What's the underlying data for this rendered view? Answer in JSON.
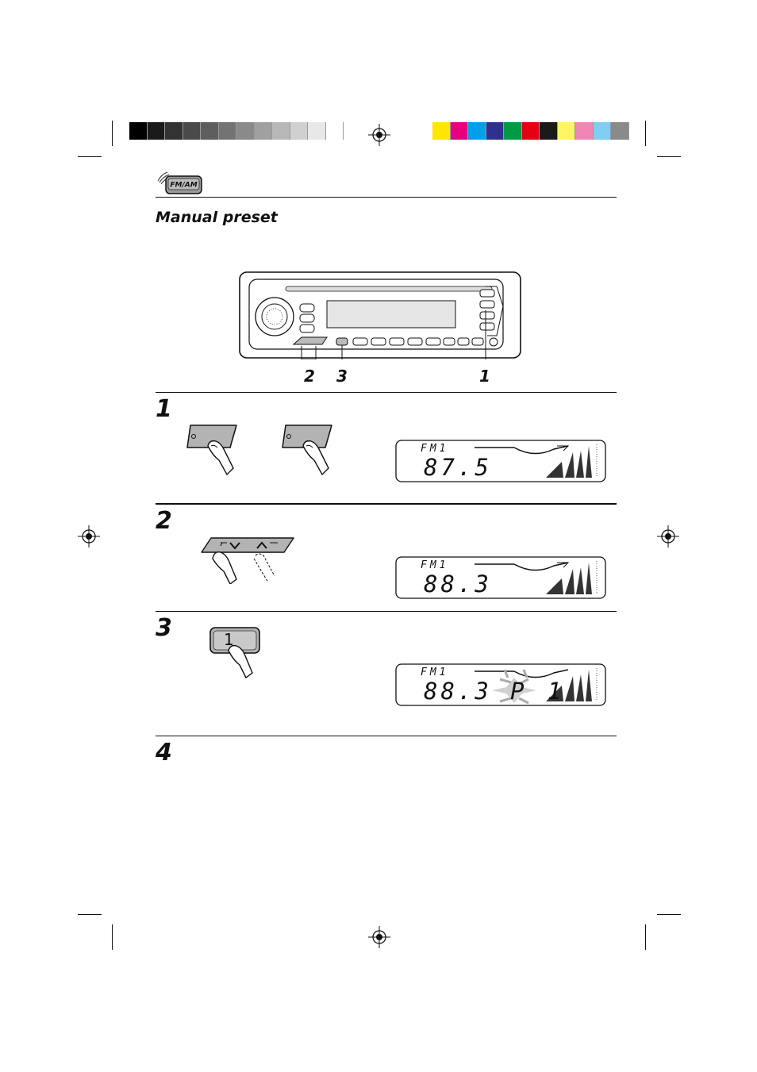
{
  "header": {
    "badge_icon": "fm-am-badge-icon"
  },
  "section": {
    "title": "Manual preset"
  },
  "device_diagram": {
    "callouts": [
      "2",
      "3",
      "1"
    ]
  },
  "steps": [
    {
      "number": "1",
      "display": {
        "band": "FM1",
        "frequency": "87.5",
        "preset": ""
      }
    },
    {
      "number": "2",
      "display": {
        "band": "FM1",
        "frequency": "88.3",
        "preset": ""
      }
    },
    {
      "number": "3",
      "button_label": "1",
      "display": {
        "band": "FM1",
        "frequency": "88.3",
        "preset": "P 1"
      }
    },
    {
      "number": "4"
    }
  ],
  "colors": {
    "grayscale_bar": [
      "#000000",
      "#1a1a1a",
      "#333333",
      "#4a4a4a",
      "#5e5e5e",
      "#737373",
      "#8a8a8a",
      "#a0a0a0",
      "#b8b8b8",
      "#d0d0d0",
      "#e8e8e8",
      "#ffffff"
    ],
    "color_bar": [
      "#ffe600",
      "#e6007e",
      "#00a0e9",
      "#2e3192",
      "#009944",
      "#e60012",
      "#1a1a1a",
      "#fff462",
      "#f086b4",
      "#7ecef4",
      "#8a8a8a"
    ]
  }
}
